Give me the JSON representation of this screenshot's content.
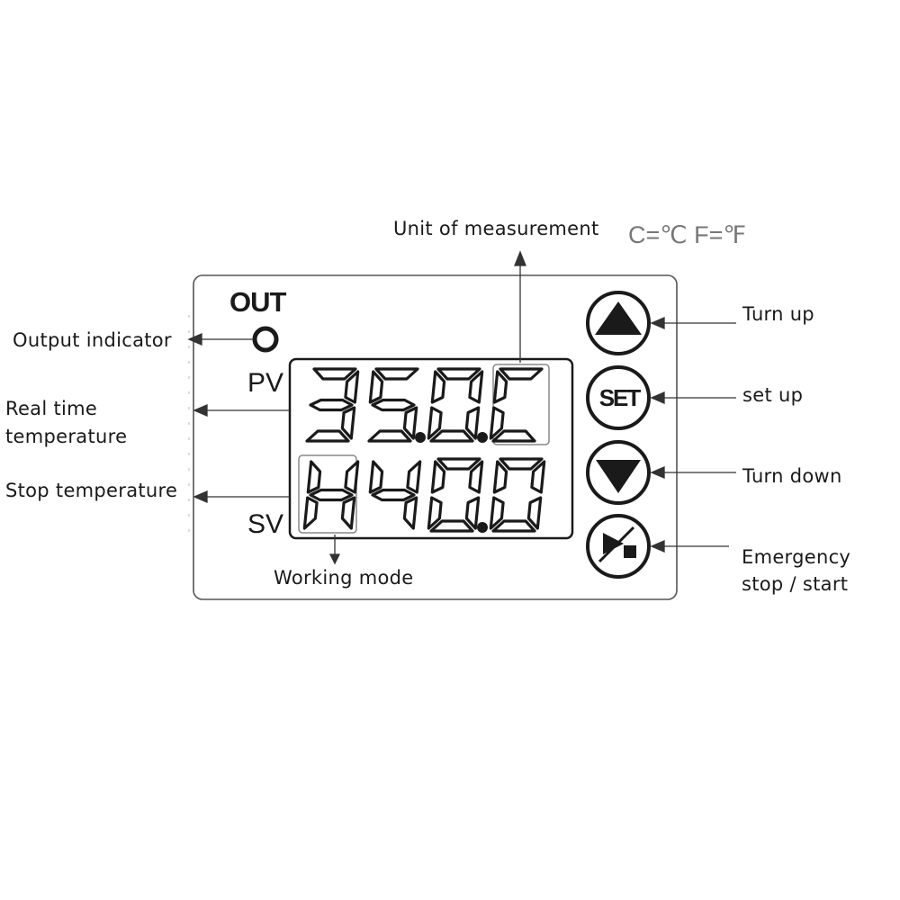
{
  "annotations": {
    "unit_of_measurement": "Unit of measurement",
    "unit_legend": "C=℃  F=℉",
    "output_indicator": "Output indicator",
    "real_time_line1": "Real time",
    "real_time_line2": "temperature",
    "stop_temperature": "Stop temperature",
    "working_mode": "Working mode",
    "turn_up": "Turn up",
    "set_up": "set up",
    "turn_down": "Turn down",
    "emergency_line1": "Emergency",
    "emergency_line2": "stop / start"
  },
  "panel": {
    "out_label": "OUT",
    "pv_label": "PV",
    "sv_label": "SV",
    "set_button_label": "SET",
    "pv_digits": [
      "3",
      "5.",
      "0.",
      "C"
    ],
    "sv_digits": [
      "H",
      "4",
      "0.",
      "0"
    ]
  },
  "colors": {
    "ink": "#1a1a1a",
    "background": "#ffffff",
    "panel_border": "#555555"
  },
  "icons": {
    "up_button": "triangle-up-icon",
    "down_button": "triangle-down-icon",
    "emergency_button": "play-stop-icon",
    "output_led": "ring-icon"
  }
}
